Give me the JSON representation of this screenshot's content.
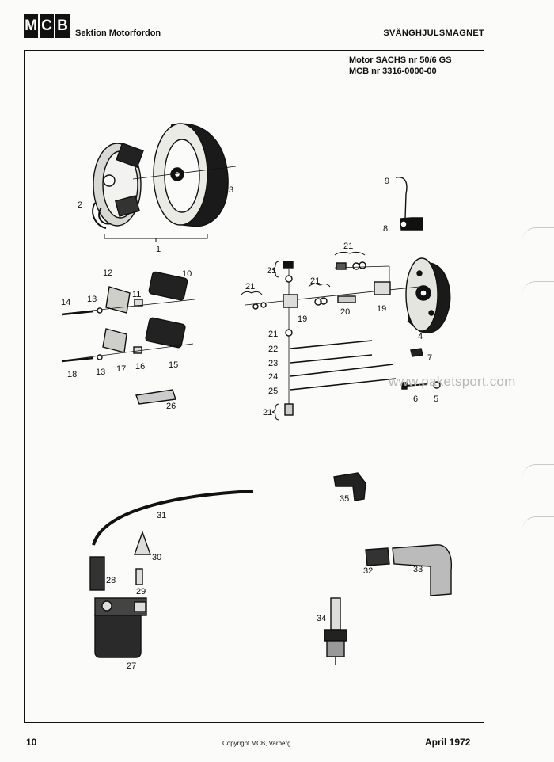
{
  "header": {
    "logo_letters": [
      "M",
      "C",
      "B"
    ],
    "section": "Sektion Motorfordon",
    "heading": "SVÄNGHJULSMAGNET"
  },
  "model": {
    "line1": "Motor SACHS nr 50/6 GS",
    "line2": "MCB nr 3316-0000-00"
  },
  "watermark": "www.paketsport.com",
  "part_labels": {
    "p1": "1",
    "p2": "2",
    "p3": "3",
    "p4": "4",
    "p5": "5",
    "p6": "6",
    "p7": "7",
    "p8": "8",
    "p9": "9",
    "p10": "10",
    "p11": "11",
    "p12": "12",
    "p13a": "13",
    "p13b": "13",
    "p14": "14",
    "p15": "15",
    "p16": "16",
    "p17": "17",
    "p18": "18",
    "p19a": "19",
    "p19b": "19",
    "p20": "20",
    "p21a": "21",
    "p21b": "21",
    "p21c": "21",
    "p21d": "21",
    "p21e": "21",
    "p21f": "21",
    "p22": "22",
    "p23": "23",
    "p24": "24",
    "p25": "25",
    "p26": "26",
    "p27": "27",
    "p28": "28",
    "p29": "29",
    "p30": "30",
    "p31": "31",
    "p32": "32",
    "p33": "33",
    "p34": "34",
    "p35": "35"
  },
  "footer": {
    "page_number": "10",
    "copyright": "Copyright MCB, Varberg",
    "date": "April 1972"
  }
}
